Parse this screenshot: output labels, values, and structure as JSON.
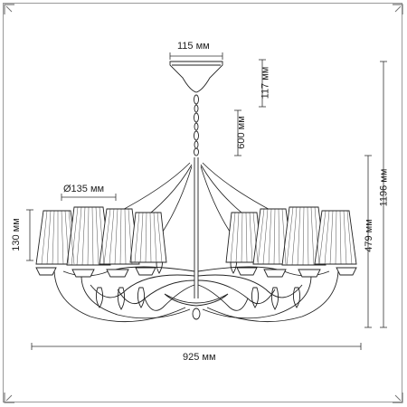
{
  "dimensions": {
    "canopy_width": "115 мм",
    "canopy_height": "117 мм",
    "chain_length": "600 мм",
    "shade_diameter": "Ø135 мм",
    "shade_height": "130 мм",
    "overall_width": "925 мм",
    "body_height": "479 мм",
    "total_height": "1196 мм"
  },
  "colors": {
    "line": "#222222",
    "dimension_line": "#333333",
    "frame": "#9a9a9a"
  },
  "icons": {
    "corner_marks": "corner-arrow-icon"
  }
}
